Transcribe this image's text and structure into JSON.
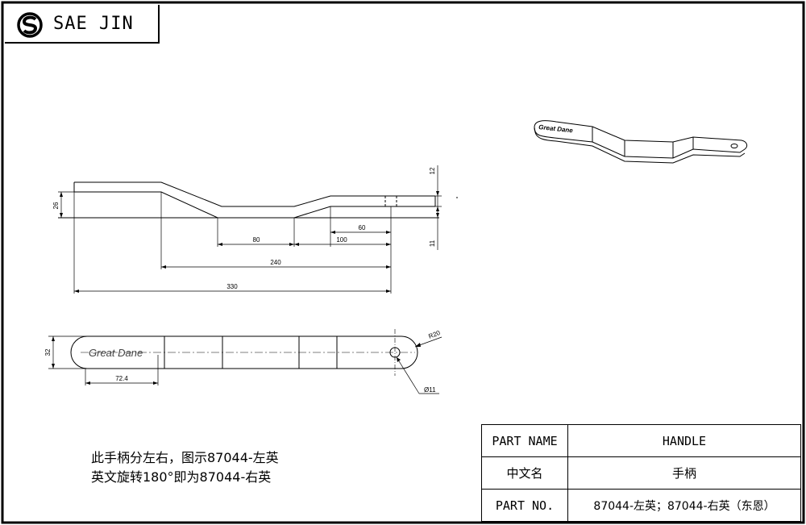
{
  "header": {
    "brand": "SAE JIN"
  },
  "notes": [
    "此手柄分左右，图示87044-左英",
    "英文旋转180°即为87044-右英"
  ],
  "title_block": {
    "rows": [
      {
        "label": "PART NAME",
        "value": "HANDLE"
      },
      {
        "label": "中文名",
        "value": "手柄"
      },
      {
        "label": "PART NO.",
        "value": "87044-左英；87044-右英（东恩）"
      }
    ]
  },
  "drawing": {
    "side_view_dims": {
      "d12": "12",
      "d26": "26",
      "d11": "11",
      "d60": "60",
      "d80": "80",
      "d100": "100",
      "d240": "240",
      "d330": "330"
    },
    "top_view_dims": {
      "d32": "32",
      "d72": "72.4",
      "r20": "R20",
      "hole": "Ø11"
    },
    "engraving": "Great Dane"
  }
}
